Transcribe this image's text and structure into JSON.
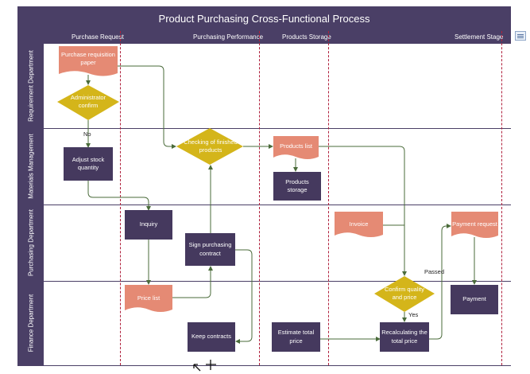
{
  "title": "Product Purchasing Cross-Functional Process",
  "phases": [
    "Purchase Request",
    "Purchasing Performance",
    "Products Storage",
    "Settlement Stage"
  ],
  "lanes": [
    "Requirement Department",
    "Materials Management",
    "Purchasing Department",
    "Finance Department"
  ],
  "nodes": {
    "purchase_requisition": "Purchase requisition paper",
    "administrator_confirm": "Administrator confirm",
    "adjust_stock": "Adjust stock quantity",
    "checking_products": "Checking of finished products",
    "products_list": "Products list",
    "products_storage": "Products storage",
    "inquiry": "Inquiry",
    "sign_contract": "Sign purchasing contract",
    "invoice": "Invoice",
    "payment_request": "Payment request",
    "price_list": "Price list",
    "confirm_quality": "Confirm quality and price",
    "payment": "Payment",
    "keep_contracts": "Keep contracts",
    "estimate_price": "Estimate total price",
    "recalculating": "Recalculating the total price"
  },
  "edge_labels": {
    "no": "No",
    "yes": "Yes",
    "passed": "Passed"
  },
  "colors": {
    "header": "#4a3f66",
    "process": "#45395e",
    "document": "#e58a74",
    "decision": "#d4b51a",
    "connector": "#4a6b3a",
    "phase_divider": "#b0203c"
  }
}
